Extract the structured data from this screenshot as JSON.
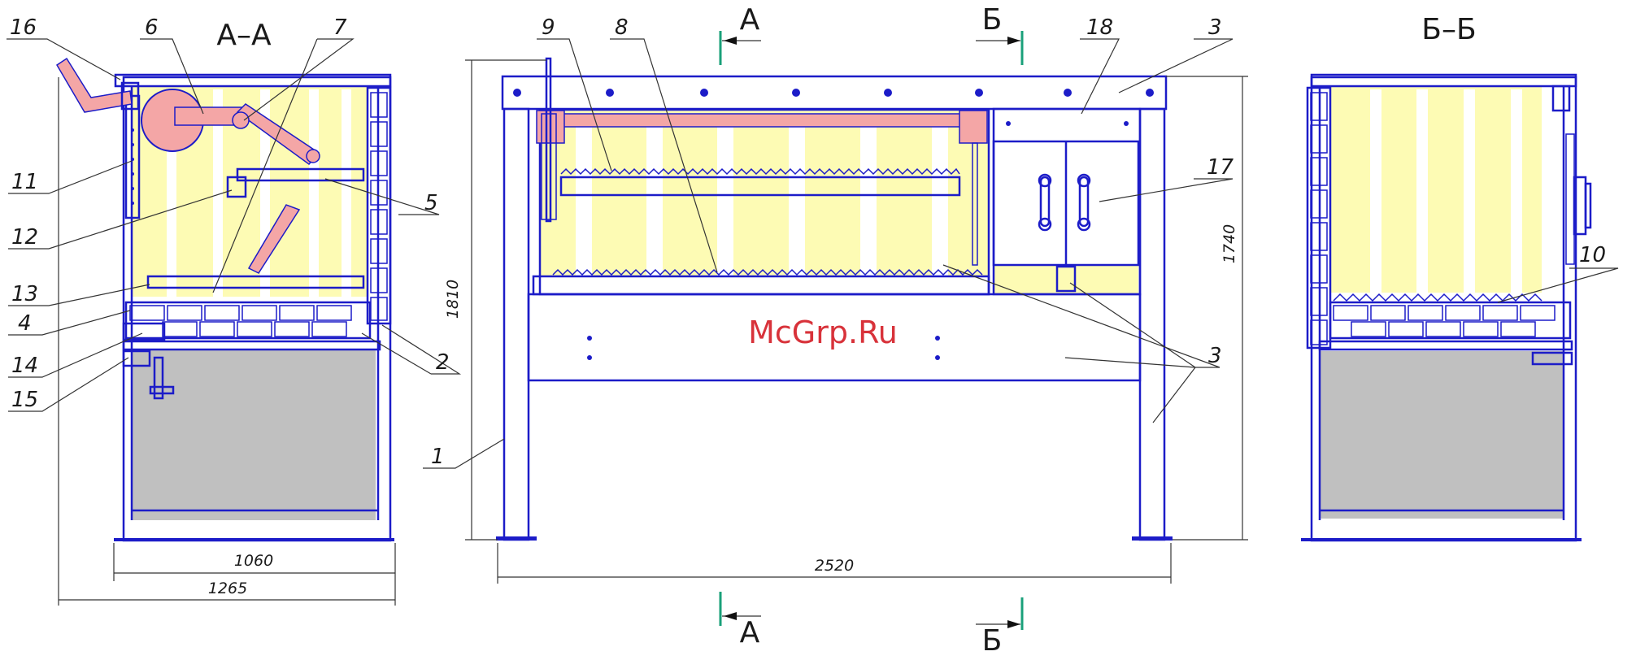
{
  "watermark": "McGrp.Ru",
  "sections": {
    "aa_title": "А–А",
    "bb_title": "Б–Б"
  },
  "cut_marks": {
    "a_top": "А",
    "b_top": "Б",
    "a_bottom": "А",
    "b_bottom": "Б"
  },
  "dimensions": {
    "d1060": "1060",
    "d1265": "1265",
    "d2520": "2520",
    "d1810": "1810",
    "d1740": "1740"
  },
  "callouts": {
    "c16": "16",
    "c6": "6",
    "c7": "7",
    "c11": "11",
    "c5": "5",
    "c12": "12",
    "c13": "13",
    "c4": "4",
    "c14": "14",
    "c15": "15",
    "c2": "2",
    "c9": "9",
    "c8": "8",
    "c18": "18",
    "c3a": "3",
    "c17": "17",
    "c3b": "3",
    "c1": "1",
    "c10": "10"
  },
  "colors": {
    "outline": "#1c1cc8",
    "panel": "#fdfbb4",
    "base": "#c0c0c0",
    "mechanism": "#f4a6a6",
    "cut_line": "#1aa07a",
    "watermark": "#d8323a"
  }
}
